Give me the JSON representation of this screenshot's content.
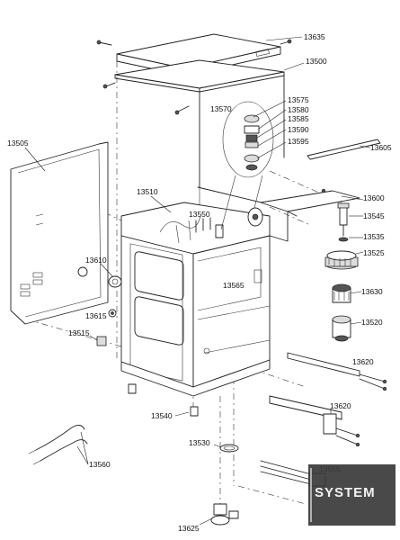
{
  "diagram": {
    "labels": {
      "p13635": "13635",
      "p13500": "13500",
      "p13575": "13575",
      "p13570": "13570",
      "p13580": "13580",
      "p13585": "13585",
      "p13590": "13590",
      "p13595": "13595",
      "p13505": "13505",
      "p13605": "13605",
      "p13600": "13600",
      "p13510": "13510",
      "p13550": "13550",
      "p13545": "13545",
      "p13535": "13535",
      "p13525": "13525",
      "p13610": "13610",
      "p13565": "13565",
      "p13630": "13630",
      "p13615": "13615",
      "p13520": "13520",
      "p13515": "13515",
      "p13620": "13620",
      "p13540": "13540",
      "p13530": "13530",
      "p13560": "13560",
      "p13555": "13555",
      "p13625": "13625"
    },
    "logo": {
      "text": "SYSTEM",
      "bg_color": "#3a3a3a",
      "accent_color": "#b0b0b0"
    }
  }
}
